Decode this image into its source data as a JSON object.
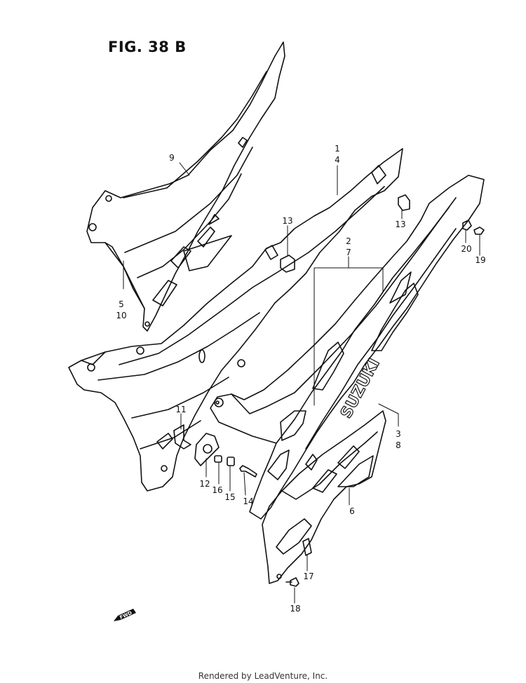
{
  "figure": {
    "title": "FIG. 38 B"
  },
  "callouts": [
    {
      "id": "c1",
      "text": "1"
    },
    {
      "id": "c4",
      "text": "4"
    },
    {
      "id": "c9",
      "text": "9"
    },
    {
      "id": "c13a",
      "text": "13"
    },
    {
      "id": "c13b",
      "text": "13"
    },
    {
      "id": "c2",
      "text": "2"
    },
    {
      "id": "c7",
      "text": "7"
    },
    {
      "id": "c20",
      "text": "20"
    },
    {
      "id": "c19",
      "text": "19"
    },
    {
      "id": "c5",
      "text": "5"
    },
    {
      "id": "c10",
      "text": "10"
    },
    {
      "id": "c11",
      "text": "11"
    },
    {
      "id": "c3",
      "text": "3"
    },
    {
      "id": "c8",
      "text": "8"
    },
    {
      "id": "c12",
      "text": "12"
    },
    {
      "id": "c16",
      "text": "16"
    },
    {
      "id": "c15",
      "text": "15"
    },
    {
      "id": "c14",
      "text": "14"
    },
    {
      "id": "c6",
      "text": "6"
    },
    {
      "id": "c17",
      "text": "17"
    },
    {
      "id": "c18",
      "text": "18"
    }
  ],
  "brand_decal": "SUZUKI",
  "fwd_label": "FWD",
  "footer": "Rendered by LeadVenture, Inc."
}
